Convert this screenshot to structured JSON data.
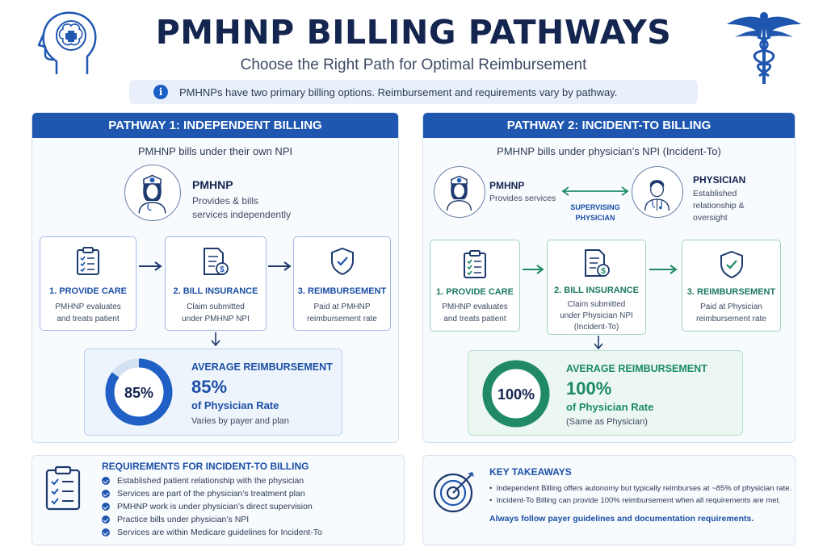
{
  "header": {
    "title": "PMHNP BILLING PATHWAYS",
    "subtitle": "Choose the Right Path for Optimal Reimbursement",
    "info": "PMHNPs have two primary billing options. Reimbursement and requirements vary by pathway."
  },
  "pathway1": {
    "heading": "PATHWAY 1: INDEPENDENT BILLING",
    "subheading": "PMHNP bills under their own NPI",
    "role_title": "PMHNP",
    "role_desc_1": "Provides & bills",
    "role_desc_2": "services independently",
    "steps": [
      {
        "title": "1. PROVIDE CARE",
        "desc1": "PMHNP evaluates",
        "desc2": "and treats patient",
        "icon": "clipboard-icon"
      },
      {
        "title": "2. BILL INSURANCE",
        "desc1": "Claim submitted",
        "desc2": "under PMHNP NPI",
        "icon": "invoice-icon"
      },
      {
        "title": "3. REIMBURSEMENT",
        "desc1": "Paid at PMHNP",
        "desc2": "reimbursement rate",
        "icon": "shield-check-icon"
      }
    ],
    "reimbursement": {
      "label": "AVERAGE REIMBURSEMENT",
      "ring_text": "85%",
      "percent": "85%",
      "of": "of Physician Rate",
      "note": "Varies by payer and plan",
      "fraction": 0.85,
      "color": "#2060c4"
    }
  },
  "pathway2": {
    "heading": "PATHWAY 2: INCIDENT-TO BILLING",
    "subheading": "PMHNP bills under physician’s NPI (Incident-To)",
    "pmhnp_title": "PMHNP",
    "pmhnp_desc": "Provides services",
    "link_label_1": "SUPERVISING",
    "link_label_2": "PHYSICIAN",
    "physician_title": "PHYSICIAN",
    "physician_desc_1": "Established",
    "physician_desc_2": "relationship &",
    "physician_desc_3": "oversight",
    "steps": [
      {
        "title": "1. PROVIDE CARE",
        "desc1": "PMHNP evaluates",
        "desc2": "and treats patient",
        "desc3": "",
        "icon": "clipboard-icon"
      },
      {
        "title": "2. BILL INSURANCE",
        "desc1": "Claim submitted",
        "desc2": "under Physician NPI",
        "desc3": "(Incident-To)",
        "icon": "invoice-icon"
      },
      {
        "title": "3. REIMBURSEMENT",
        "desc1": "Paid at Physician",
        "desc2": "reimbursement rate",
        "desc3": "",
        "icon": "shield-check-icon"
      }
    ],
    "reimbursement": {
      "label": "AVERAGE REIMBURSEMENT",
      "ring_text": "100%",
      "percent": "100%",
      "of": "of Physician Rate",
      "note": "(Same as Physician)",
      "fraction": 1.0,
      "color": "#1f8a63"
    }
  },
  "requirements": {
    "title": "REQUIREMENTS FOR INCIDENT-TO BILLING",
    "items": [
      "Established patient relationship with the physician",
      "Services are part of the physician’s treatment plan",
      "PMHNP work is under physician’s direct supervision",
      "Practice bills under physician’s NPI",
      "Services are within Medicare guidelines for Incident-To"
    ]
  },
  "takeaways": {
    "title": "KEY TAKEAWAYS",
    "items": [
      "Independent Billing offers autonomy but typically reimburses at ~85% of physician rate.",
      "Incident-To Billing can provide 100% reimbursement when all requirements are met."
    ],
    "final": "Always follow payer guidelines and documentation requirements."
  },
  "colors": {
    "primary": "#1e56b0",
    "green": "#1f8a63",
    "title": "#14254f"
  }
}
